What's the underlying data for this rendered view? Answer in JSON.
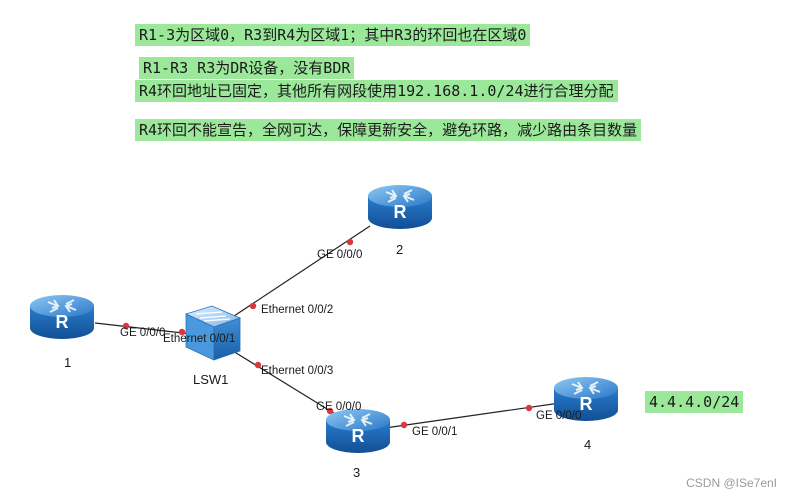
{
  "notes": [
    "R1-3为区域0，R3到R4为区域1；其中R3的环回也在区域0",
    "R1-R3 R3为DR设备，没有BDR",
    "R4环回地址已固定，其他所有网段使用192.168.1.0/24进行合理分配",
    "R4环回不能宣告，全网可达，保障更新安全，避免环路，减少路由条目数量"
  ],
  "devices": {
    "r1": "1",
    "r2": "2",
    "r3": "3",
    "r4": "4",
    "sw": "LSW1"
  },
  "ports": {
    "r1_ge": "GE 0/0/0",
    "sw_e1": "Ethernet 0/0/1",
    "sw_e2": "Ethernet 0/0/2",
    "r2_ge": "GE 0/0/0",
    "sw_e3": "Ethernet 0/0/3",
    "r3_ge0": "GE 0/0/0",
    "r3_ge1": "GE 0/0/1",
    "r4_ge": "GE 0/0/0"
  },
  "r4_loopback": "4.4.4.0/24",
  "watermark": "CSDN @ISe7enI",
  "colors": {
    "note_bg": "#9be89b",
    "router_blue": "#1f6fc0",
    "link_dot": "#d9363e",
    "switch_blue": "#3f8fd8"
  },
  "icons": {
    "router": "router-icon",
    "switch": "switch-icon"
  }
}
